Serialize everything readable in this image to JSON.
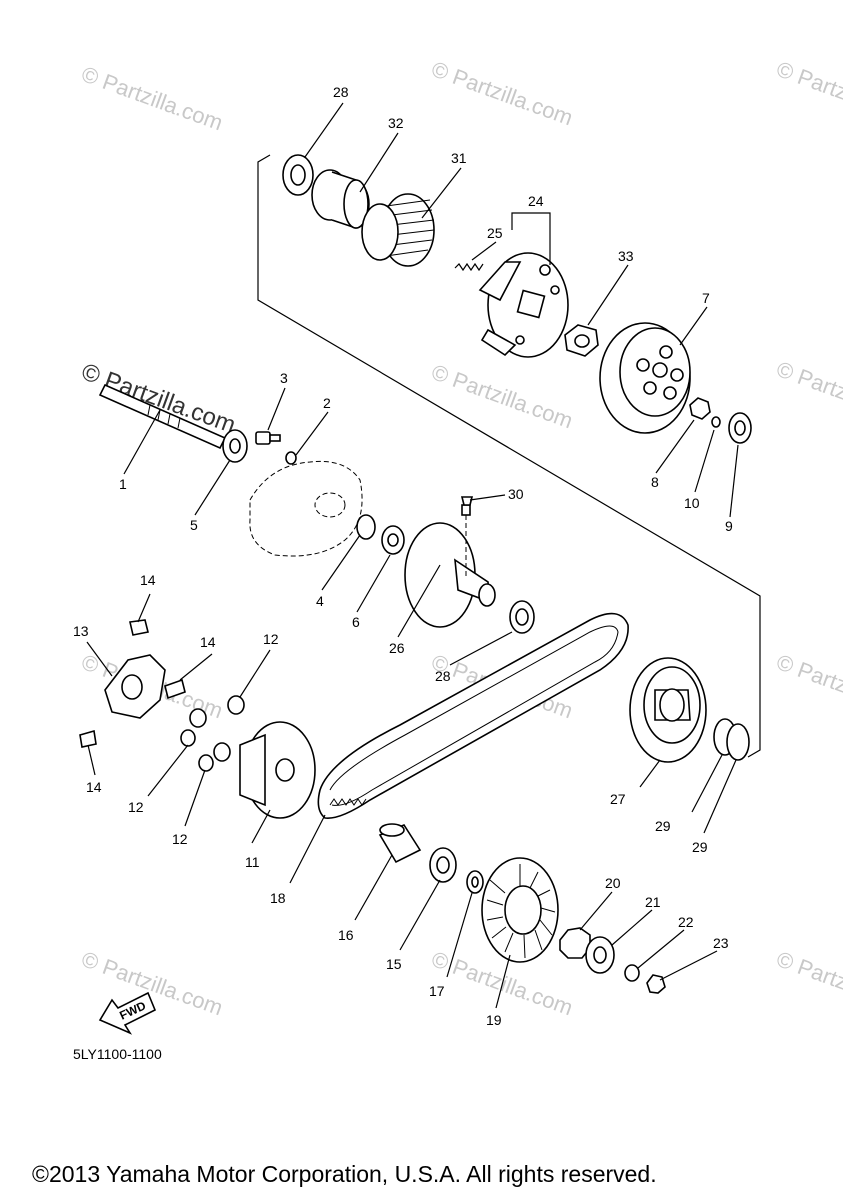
{
  "watermark": {
    "text": "© Partzilla.com"
  },
  "diagram_code": "5LY1100-1100",
  "copyright": "©2013 Yamaha Motor Corporation, U.S.A. All rights reserved.",
  "fwd_label": "FWD",
  "parts": [
    {
      "id": "p1",
      "label": "1"
    },
    {
      "id": "p2",
      "label": "2"
    },
    {
      "id": "p3",
      "label": "3"
    },
    {
      "id": "p4",
      "label": "4"
    },
    {
      "id": "p5",
      "label": "5"
    },
    {
      "id": "p6",
      "label": "6"
    },
    {
      "id": "p7",
      "label": "7"
    },
    {
      "id": "p8",
      "label": "8"
    },
    {
      "id": "p9",
      "label": "9"
    },
    {
      "id": "p10",
      "label": "10"
    },
    {
      "id": "p11",
      "label": "11"
    },
    {
      "id": "p12a",
      "label": "12"
    },
    {
      "id": "p12b",
      "label": "12"
    },
    {
      "id": "p12c",
      "label": "12"
    },
    {
      "id": "p13",
      "label": "13"
    },
    {
      "id": "p14a",
      "label": "14"
    },
    {
      "id": "p14b",
      "label": "14"
    },
    {
      "id": "p14c",
      "label": "14"
    },
    {
      "id": "p15",
      "label": "15"
    },
    {
      "id": "p16",
      "label": "16"
    },
    {
      "id": "p17",
      "label": "17"
    },
    {
      "id": "p18",
      "label": "18"
    },
    {
      "id": "p19",
      "label": "19"
    },
    {
      "id": "p20",
      "label": "20"
    },
    {
      "id": "p21",
      "label": "21"
    },
    {
      "id": "p22",
      "label": "22"
    },
    {
      "id": "p23",
      "label": "23"
    },
    {
      "id": "p24",
      "label": "24"
    },
    {
      "id": "p25",
      "label": "25"
    },
    {
      "id": "p26",
      "label": "26"
    },
    {
      "id": "p27",
      "label": "27"
    },
    {
      "id": "p28a",
      "label": "28"
    },
    {
      "id": "p28b",
      "label": "28"
    },
    {
      "id": "p29a",
      "label": "29"
    },
    {
      "id": "p29b",
      "label": "29"
    },
    {
      "id": "p30",
      "label": "30"
    },
    {
      "id": "p31",
      "label": "31"
    },
    {
      "id": "p32",
      "label": "32"
    },
    {
      "id": "p33",
      "label": "33"
    }
  ]
}
